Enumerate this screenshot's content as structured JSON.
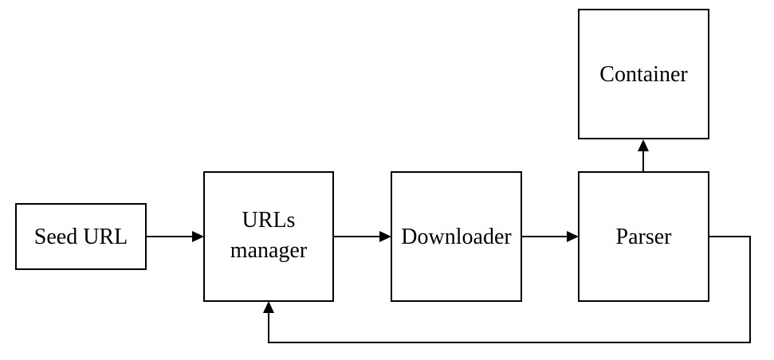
{
  "nodes": {
    "seed_url": {
      "label": "Seed URL"
    },
    "urls_manager": {
      "label_line1": "URLs",
      "label_line2": "manager"
    },
    "downloader": {
      "label": "Downloader"
    },
    "parser": {
      "label": "Parser"
    },
    "container": {
      "label": "Container"
    }
  },
  "edges": [
    {
      "from": "seed_url",
      "to": "urls_manager"
    },
    {
      "from": "urls_manager",
      "to": "downloader"
    },
    {
      "from": "downloader",
      "to": "parser"
    },
    {
      "from": "parser",
      "to": "container"
    },
    {
      "from": "parser",
      "to": "urls_manager"
    }
  ],
  "colors": {
    "stroke": "#000000",
    "background": "#ffffff"
  }
}
